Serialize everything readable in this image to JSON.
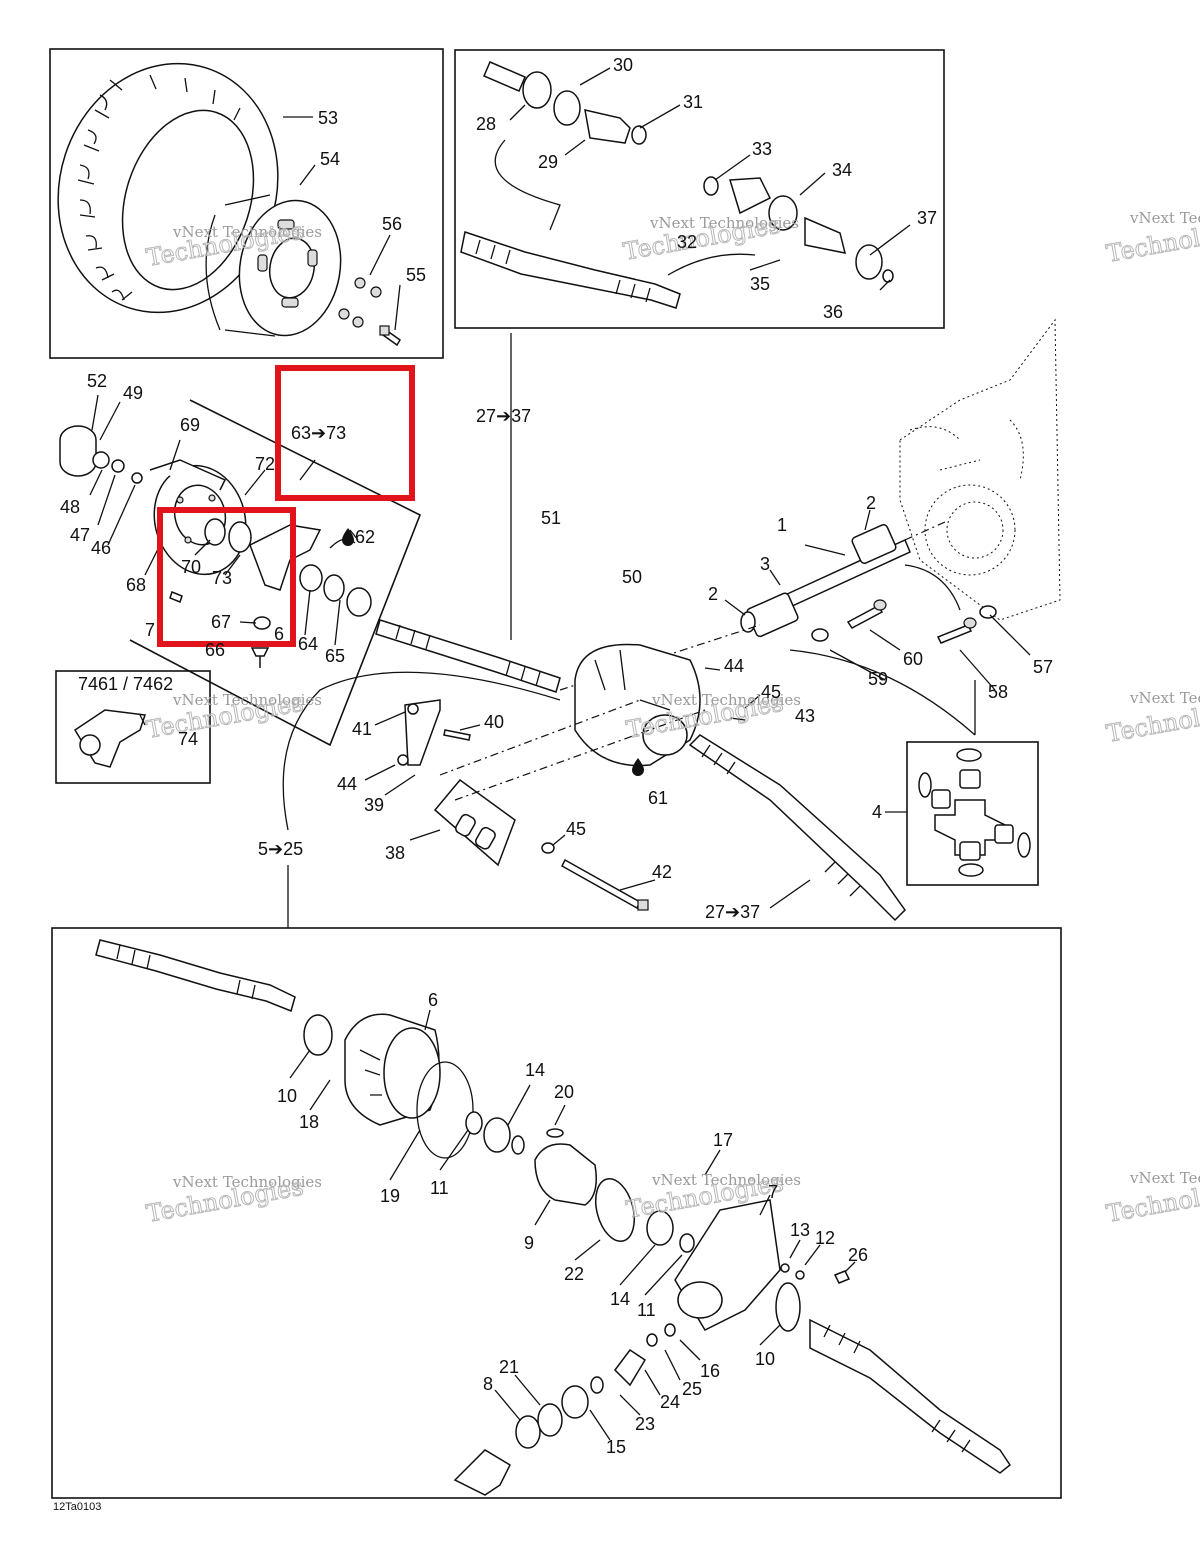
{
  "reference_code": "12Ta0103",
  "inset_label": "7461 / 7462",
  "watermark": {
    "line1": "vNext Technologies",
    "line2": "Technologies"
  },
  "callouts": {
    "c1": "1",
    "c2a": "2",
    "c2b": "2",
    "c3": "3",
    "c4": "4",
    "c5_25": "5➔25",
    "c6a": "6",
    "c6b": "6",
    "c7a": "7",
    "c7b": "7",
    "c8": "8",
    "c9": "9",
    "c10a": "10",
    "c10b": "10",
    "c11a": "11",
    "c11b": "11",
    "c12": "12",
    "c13": "13",
    "c14a": "14",
    "c14b": "14",
    "c15": "15",
    "c16": "16",
    "c17": "17",
    "c18": "18",
    "c19": "19",
    "c20": "20",
    "c21": "21",
    "c22": "22",
    "c23": "23",
    "c24": "24",
    "c25": "25",
    "c26": "26",
    "c27_37a": "27➔37",
    "c27_37b": "27➔37",
    "c28": "28",
    "c29": "29",
    "c30": "30",
    "c31": "31",
    "c32": "32",
    "c33": "33",
    "c34": "34",
    "c35": "35",
    "c36": "36",
    "c37": "37",
    "c38": "38",
    "c39": "39",
    "c40": "40",
    "c41": "41",
    "c42": "42",
    "c43": "43",
    "c44a": "44",
    "c44b": "44",
    "c45a": "45",
    "c45b": "45",
    "c46": "46",
    "c47": "47",
    "c48": "48",
    "c49": "49",
    "c50": "50",
    "c51": "51",
    "c52": "52",
    "c53": "53",
    "c54": "54",
    "c55": "55",
    "c56": "56",
    "c57": "57",
    "c58": "58",
    "c59": "59",
    "c60": "60",
    "c61": "61",
    "c62": "62",
    "c63_73": "63➔73",
    "c64": "64",
    "c65": "65",
    "c66": "66",
    "c67": "67",
    "c68": "68",
    "c69": "69",
    "c70": "70",
    "c72": "72",
    "c73": "73",
    "c74": "74"
  },
  "colors": {
    "highlight": "#e0141a",
    "ink": "#111111",
    "watermark": "#9a9a9a"
  }
}
